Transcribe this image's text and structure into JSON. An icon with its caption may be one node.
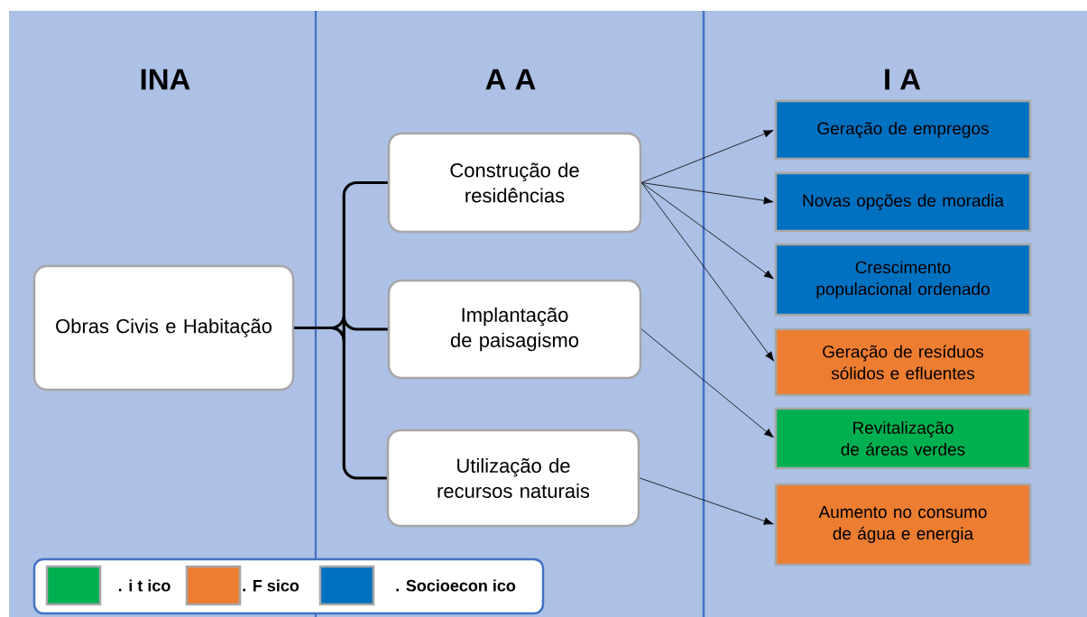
{
  "diagram": {
    "nodes": [
      {
        "text": [
          "Obras Civis e Habitação"
        ]
      },
      {
        "text": [
          "Construção de residências"
        ]
      },
      {
        "text": [
          "Implantação de paisagismo"
        ]
      },
      {
        "text": [
          "Utilização de recursos naturais"
        ]
      },
      {
        "text": [
          "Geração de empregos"
        ]
      },
      {
        "text": [
          "Novas opções de moradia"
        ]
      },
      {
        "text": [
          "Crescimento populacional ordenado"
        ]
      },
      {
        "text": [
          "Geração de resíduos sólidos e efluentes"
        ]
      },
      {
        "text": [
          "Revitalização de áreas verdes"
        ]
      },
      {
        "text": [
          "Aumento no consumo de água e energia"
        ]
      }
    ],
    "edges": [
      {
        "from": 0,
        "to": 1,
        "arrow": "none",
        "style": "thick"
      },
      {
        "from": 0,
        "to": 2,
        "arrow": "none",
        "style": "thick"
      },
      {
        "from": 0,
        "to": 3,
        "arrow": "none",
        "style": "thick"
      },
      {
        "from": 1,
        "to": 4,
        "arrow": "to"
      },
      {
        "from": 1,
        "to": 5,
        "arrow": "to"
      },
      {
        "from": 1,
        "to": 6,
        "arrow": "to"
      },
      {
        "from": 1,
        "to": 7,
        "arrow": "to"
      },
      {
        "from": 2,
        "to": 8,
        "arrow": "to"
      },
      {
        "from": 3,
        "to": 9,
        "arrow": "to"
      }
    ],
    "labels": [
      "INA",
      "A A",
      "I A"
    ],
    "legend": [
      {
        "text": ". i t ico",
        "color": "#00b050"
      },
      {
        "text": ". F sico",
        "color": "#ed7d31"
      },
      {
        "text": ". Socioecon ico",
        "color": "#0070c0"
      }
    ]
  }
}
